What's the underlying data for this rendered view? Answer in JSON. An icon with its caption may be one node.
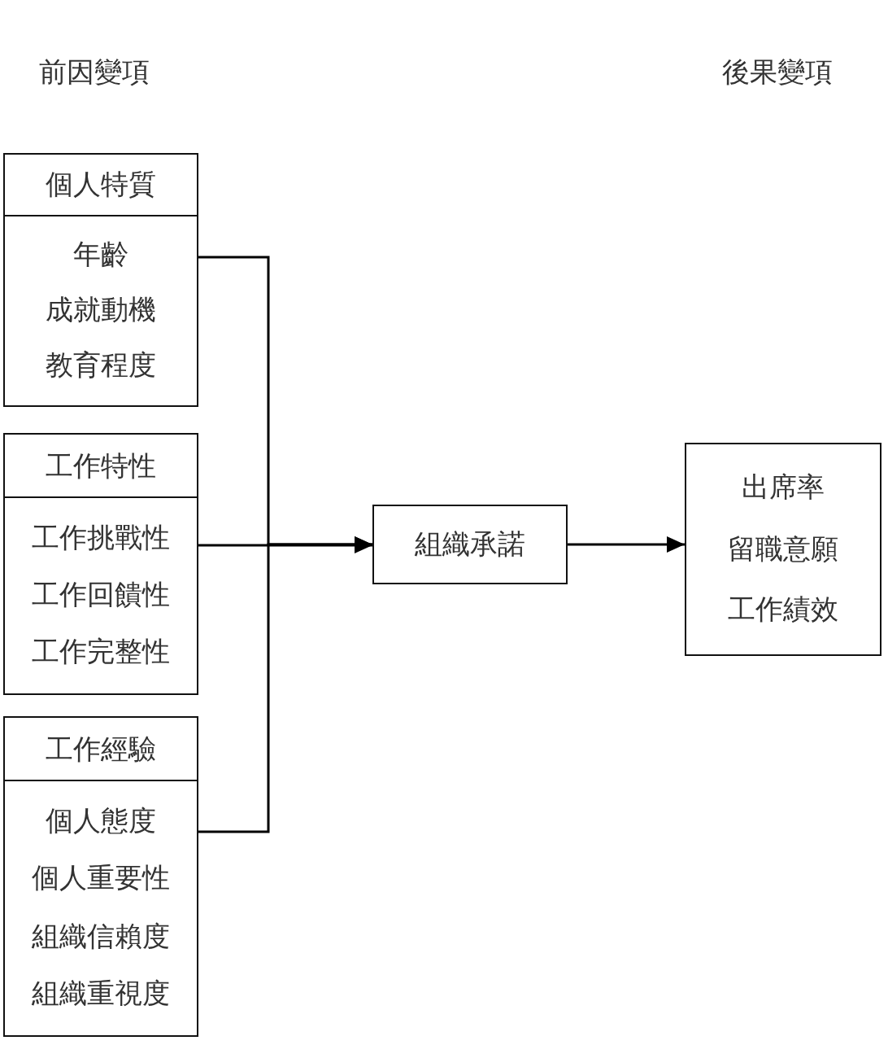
{
  "diagram": {
    "nodes": [
      {
        "text": [
          "個人特質",
          "年齡",
          "成就動機",
          "教育程度"
        ]
      },
      {
        "text": [
          "工作特性",
          "工作挑戰性",
          "工作回饋性",
          "工作完整性"
        ]
      },
      {
        "text": [
          "工作經驗",
          "個人態度",
          "個人重要性",
          "組織信賴度",
          "組織重視度"
        ]
      },
      {
        "text": [
          "組織承諾"
        ]
      },
      {
        "text": [
          "出席率",
          "留職意願",
          "工作績效"
        ]
      }
    ],
    "edges": [
      {
        "from": 0,
        "to": 3,
        "arrow": "to"
      },
      {
        "from": 1,
        "to": 3,
        "arrow": "to"
      },
      {
        "from": 2,
        "to": 3,
        "arrow": "to"
      },
      {
        "from": 3,
        "to": 4,
        "arrow": "to"
      }
    ],
    "labels": [
      "前因變項",
      "後果變項"
    ]
  }
}
